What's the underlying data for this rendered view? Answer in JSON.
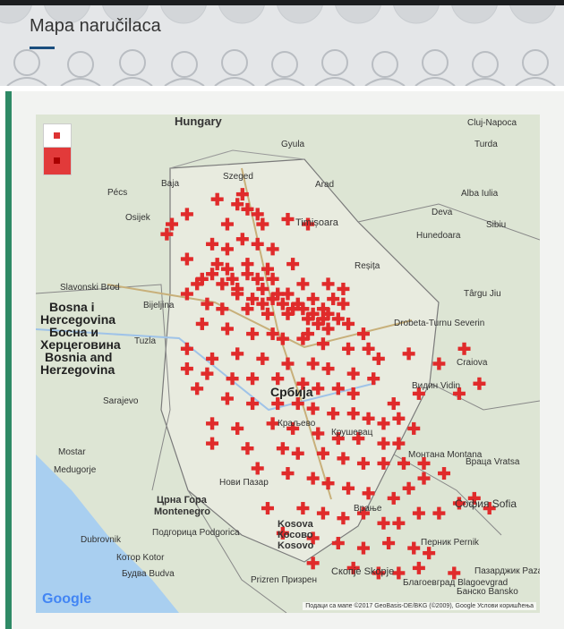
{
  "page": {
    "title": "Mapa naručilaca"
  },
  "map": {
    "provider_logo": "Google",
    "attribution": "Подаци са мапе ©2017 GeoBasis-DE/BKG (©2009), Google   Услови коришћења",
    "controls": {
      "zoom_in_icon": "zoom-in-icon",
      "zoom_out_icon": "zoom-out-icon"
    },
    "marker_color": "#e02b2b",
    "labels": {
      "hungary": "Hungary",
      "cluj": "Cluj-Napoca",
      "turda": "Turda",
      "gyula": "Gyula",
      "arad": "Arad",
      "szeged": "Szeged",
      "timisoara": "Timișoara",
      "deva": "Deva",
      "alba": "Alba Iulia",
      "hunedoara": "Hunedoara",
      "sibiu": "Sibiu",
      "pecs": "Pécs",
      "baja": "Baja",
      "osijek": "Osijek",
      "resita": "Reșița",
      "targu": "Târgu Jiu",
      "slavonski": "Slavonski Brod",
      "bosna1": "Bosna i",
      "bosna2": "Hercegovina",
      "bosna3": "Босна и",
      "bosna4": "Херцеговина",
      "bosna5": "Bosnia and",
      "bosna6": "Herzegovina",
      "bijeljina": "Bijeljina",
      "tuzla": "Tuzla",
      "drobeta": "Drobeta-Turnu Severin",
      "craiova": "Craiova",
      "sarajevo": "Sarajevo",
      "srbija": "Србија",
      "kraljevo": "Краљево",
      "krusevac": "Крушевац",
      "vidin": "Видин Vidin",
      "montana": "Монтана Montana",
      "vratsa": "Враца Vratsa",
      "mostar": "Mostar",
      "medjugorje": "Medugorje",
      "novi_pazar": "Нови Пазар",
      "crna1": "Црна Гора",
      "crna2": "Montenegro",
      "podgorica": "Подгорица Podgorica",
      "dubrovnik": "Dubrovnik",
      "kotor": "Котор Kotor",
      "budva": "Будва Budva",
      "kosova1": "Kosova",
      "kosova2": "Косово",
      "kosova3": "Kosovo",
      "prizren": "Prizren Призрен",
      "skopje": "Скопје Skopje",
      "sofia": "София Sofia",
      "pernik": "Перник Pernik",
      "blagoevgrad": "Благоевград Blagoevgrad",
      "pazardzhik": "Пазарджик Pazardzhik",
      "bansko": "Банско Bansko",
      "vranje": "Врање"
    },
    "markers": [
      [
        0.36,
        0.17
      ],
      [
        0.4,
        0.18
      ],
      [
        0.41,
        0.16
      ],
      [
        0.42,
        0.19
      ],
      [
        0.44,
        0.2
      ],
      [
        0.3,
        0.2
      ],
      [
        0.27,
        0.22
      ],
      [
        0.26,
        0.24
      ],
      [
        0.38,
        0.22
      ],
      [
        0.45,
        0.22
      ],
      [
        0.5,
        0.21
      ],
      [
        0.54,
        0.22
      ],
      [
        0.35,
        0.26
      ],
      [
        0.38,
        0.27
      ],
      [
        0.41,
        0.25
      ],
      [
        0.44,
        0.26
      ],
      [
        0.47,
        0.27
      ],
      [
        0.3,
        0.29
      ],
      [
        0.36,
        0.3
      ],
      [
        0.38,
        0.31
      ],
      [
        0.42,
        0.32
      ],
      [
        0.46,
        0.31
      ],
      [
        0.51,
        0.3
      ],
      [
        0.33,
        0.33
      ],
      [
        0.37,
        0.34
      ],
      [
        0.4,
        0.35
      ],
      [
        0.45,
        0.35
      ],
      [
        0.48,
        0.36
      ],
      [
        0.53,
        0.34
      ],
      [
        0.58,
        0.34
      ],
      [
        0.61,
        0.35
      ],
      [
        0.3,
        0.36
      ],
      [
        0.34,
        0.38
      ],
      [
        0.37,
        0.39
      ],
      [
        0.42,
        0.39
      ],
      [
        0.46,
        0.4
      ],
      [
        0.5,
        0.4
      ],
      [
        0.54,
        0.41
      ],
      [
        0.58,
        0.4
      ],
      [
        0.62,
        0.42
      ],
      [
        0.65,
        0.44
      ],
      [
        0.33,
        0.42
      ],
      [
        0.38,
        0.43
      ],
      [
        0.43,
        0.44
      ],
      [
        0.47,
        0.44
      ],
      [
        0.49,
        0.45
      ],
      [
        0.53,
        0.45
      ],
      [
        0.57,
        0.46
      ],
      [
        0.62,
        0.47
      ],
      [
        0.66,
        0.47
      ],
      [
        0.68,
        0.49
      ],
      [
        0.3,
        0.47
      ],
      [
        0.35,
        0.49
      ],
      [
        0.4,
        0.48
      ],
      [
        0.45,
        0.49
      ],
      [
        0.5,
        0.5
      ],
      [
        0.55,
        0.5
      ],
      [
        0.58,
        0.51
      ],
      [
        0.63,
        0.52
      ],
      [
        0.67,
        0.53
      ],
      [
        0.3,
        0.51
      ],
      [
        0.34,
        0.52
      ],
      [
        0.39,
        0.53
      ],
      [
        0.43,
        0.53
      ],
      [
        0.48,
        0.53
      ],
      [
        0.53,
        0.54
      ],
      [
        0.56,
        0.55
      ],
      [
        0.6,
        0.55
      ],
      [
        0.63,
        0.56
      ],
      [
        0.32,
        0.55
      ],
      [
        0.38,
        0.57
      ],
      [
        0.43,
        0.58
      ],
      [
        0.48,
        0.58
      ],
      [
        0.52,
        0.58
      ],
      [
        0.55,
        0.59
      ],
      [
        0.59,
        0.6
      ],
      [
        0.63,
        0.6
      ],
      [
        0.66,
        0.61
      ],
      [
        0.69,
        0.62
      ],
      [
        0.72,
        0.61
      ],
      [
        0.75,
        0.63
      ],
      [
        0.76,
        0.56
      ],
      [
        0.35,
        0.62
      ],
      [
        0.4,
        0.63
      ],
      [
        0.47,
        0.62
      ],
      [
        0.51,
        0.63
      ],
      [
        0.56,
        0.64
      ],
      [
        0.6,
        0.65
      ],
      [
        0.64,
        0.65
      ],
      [
        0.69,
        0.66
      ],
      [
        0.72,
        0.66
      ],
      [
        0.35,
        0.66
      ],
      [
        0.42,
        0.67
      ],
      [
        0.49,
        0.67
      ],
      [
        0.52,
        0.68
      ],
      [
        0.57,
        0.68
      ],
      [
        0.61,
        0.69
      ],
      [
        0.65,
        0.7
      ],
      [
        0.69,
        0.7
      ],
      [
        0.73,
        0.7
      ],
      [
        0.77,
        0.7
      ],
      [
        0.44,
        0.71
      ],
      [
        0.5,
        0.72
      ],
      [
        0.55,
        0.73
      ],
      [
        0.58,
        0.74
      ],
      [
        0.62,
        0.75
      ],
      [
        0.66,
        0.76
      ],
      [
        0.71,
        0.77
      ],
      [
        0.74,
        0.75
      ],
      [
        0.46,
        0.79
      ],
      [
        0.53,
        0.79
      ],
      [
        0.57,
        0.8
      ],
      [
        0.61,
        0.81
      ],
      [
        0.65,
        0.8
      ],
      [
        0.69,
        0.82
      ],
      [
        0.72,
        0.82
      ],
      [
        0.76,
        0.8
      ],
      [
        0.8,
        0.8
      ],
      [
        0.84,
        0.78
      ],
      [
        0.87,
        0.77
      ],
      [
        0.9,
        0.79
      ],
      [
        0.49,
        0.84
      ],
      [
        0.55,
        0.85
      ],
      [
        0.6,
        0.86
      ],
      [
        0.65,
        0.87
      ],
      [
        0.7,
        0.86
      ],
      [
        0.75,
        0.87
      ],
      [
        0.78,
        0.88
      ],
      [
        0.63,
        0.91
      ],
      [
        0.68,
        0.92
      ],
      [
        0.72,
        0.92
      ],
      [
        0.76,
        0.91
      ],
      [
        0.83,
        0.92
      ],
      [
        0.55,
        0.9
      ],
      [
        0.8,
        0.5
      ],
      [
        0.85,
        0.47
      ],
      [
        0.88,
        0.54
      ],
      [
        0.84,
        0.56
      ],
      [
        0.74,
        0.48
      ],
      [
        0.71,
        0.58
      ],
      [
        0.77,
        0.73
      ],
      [
        0.81,
        0.72
      ],
      [
        0.61,
        0.38
      ],
      [
        0.58,
        0.43
      ],
      [
        0.52,
        0.38
      ],
      [
        0.5,
        0.36
      ],
      [
        0.55,
        0.37
      ],
      [
        0.57,
        0.39
      ],
      [
        0.59,
        0.37
      ],
      [
        0.6,
        0.41
      ],
      [
        0.56,
        0.42
      ],
      [
        0.54,
        0.44
      ],
      [
        0.47,
        0.33
      ],
      [
        0.44,
        0.33
      ],
      [
        0.42,
        0.3
      ],
      [
        0.39,
        0.33
      ],
      [
        0.35,
        0.32
      ],
      [
        0.32,
        0.34
      ],
      [
        0.4,
        0.36
      ],
      [
        0.43,
        0.37
      ],
      [
        0.45,
        0.38
      ],
      [
        0.47,
        0.37
      ],
      [
        0.49,
        0.38
      ],
      [
        0.51,
        0.39
      ],
      [
        0.53,
        0.39
      ],
      [
        0.55,
        0.4
      ],
      [
        0.57,
        0.41
      ]
    ]
  }
}
